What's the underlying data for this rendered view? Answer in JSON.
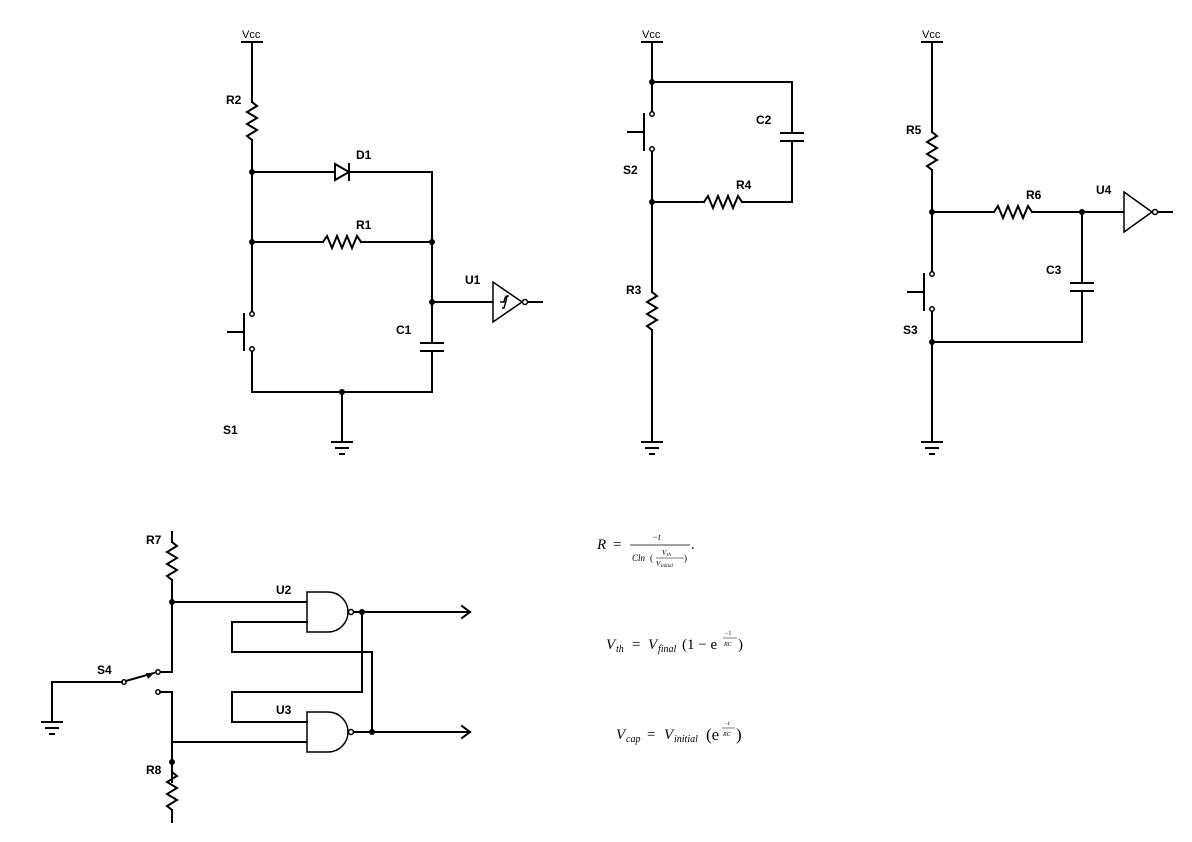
{
  "labels": {
    "vcc1": "Vcc",
    "vcc2": "Vcc",
    "vcc3": "Vcc",
    "r1": "R1",
    "r2": "R2",
    "r3": "R3",
    "r4": "R4",
    "r5": "R5",
    "r6": "R6",
    "r7": "R7",
    "r8": "R8",
    "c1": "C1",
    "c2": "C2",
    "c3": "C3",
    "d1": "D1",
    "s1": "S1",
    "s2": "S2",
    "s3": "S3",
    "s4": "S4",
    "u1": "U1",
    "u2": "U2",
    "u3": "U3",
    "u4": "U4"
  },
  "equations": {
    "eq1": {
      "lhs": "R",
      "equals": "=",
      "num": "−t",
      "den_c": "Cln",
      "den_v1": "V",
      "den_v1_sub": "th",
      "den_v2": "V",
      "den_v2_sub": "initial",
      "tail": "."
    },
    "eq2": {
      "lhs": "V",
      "lhs_sub": "th",
      "equals": "=",
      "v": "V",
      "v_sub": "final",
      "open": "(1 − e",
      "exp_num": "−1",
      "exp_den": "RC",
      "close": ")"
    },
    "eq3": {
      "lhs": "V",
      "lhs_sub": "cap",
      "equals": "=",
      "v": "V",
      "v_sub": "initial",
      "open": "(e",
      "exp_num": "−t",
      "exp_den": "RC",
      "close": ")"
    }
  }
}
